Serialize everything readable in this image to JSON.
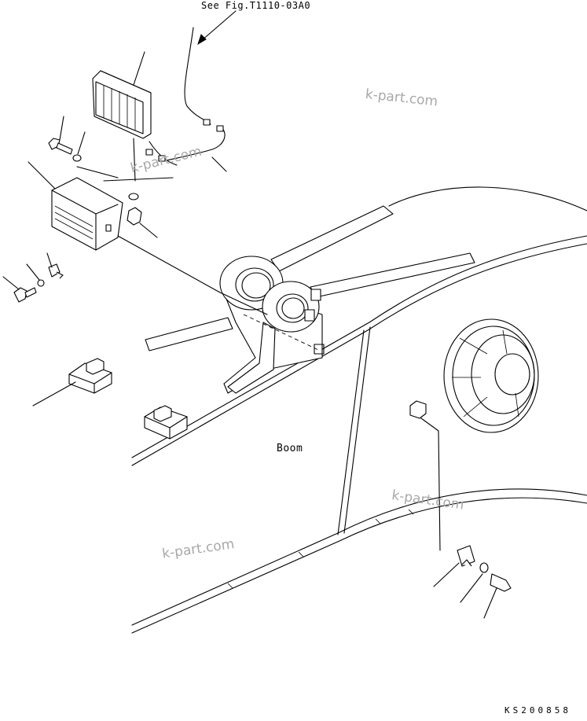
{
  "diagram": {
    "reference_label": "See Fig.T1110-03A0",
    "boom_label": "Boom",
    "drawing_code": "KS200858",
    "watermark": "k-part.com"
  }
}
